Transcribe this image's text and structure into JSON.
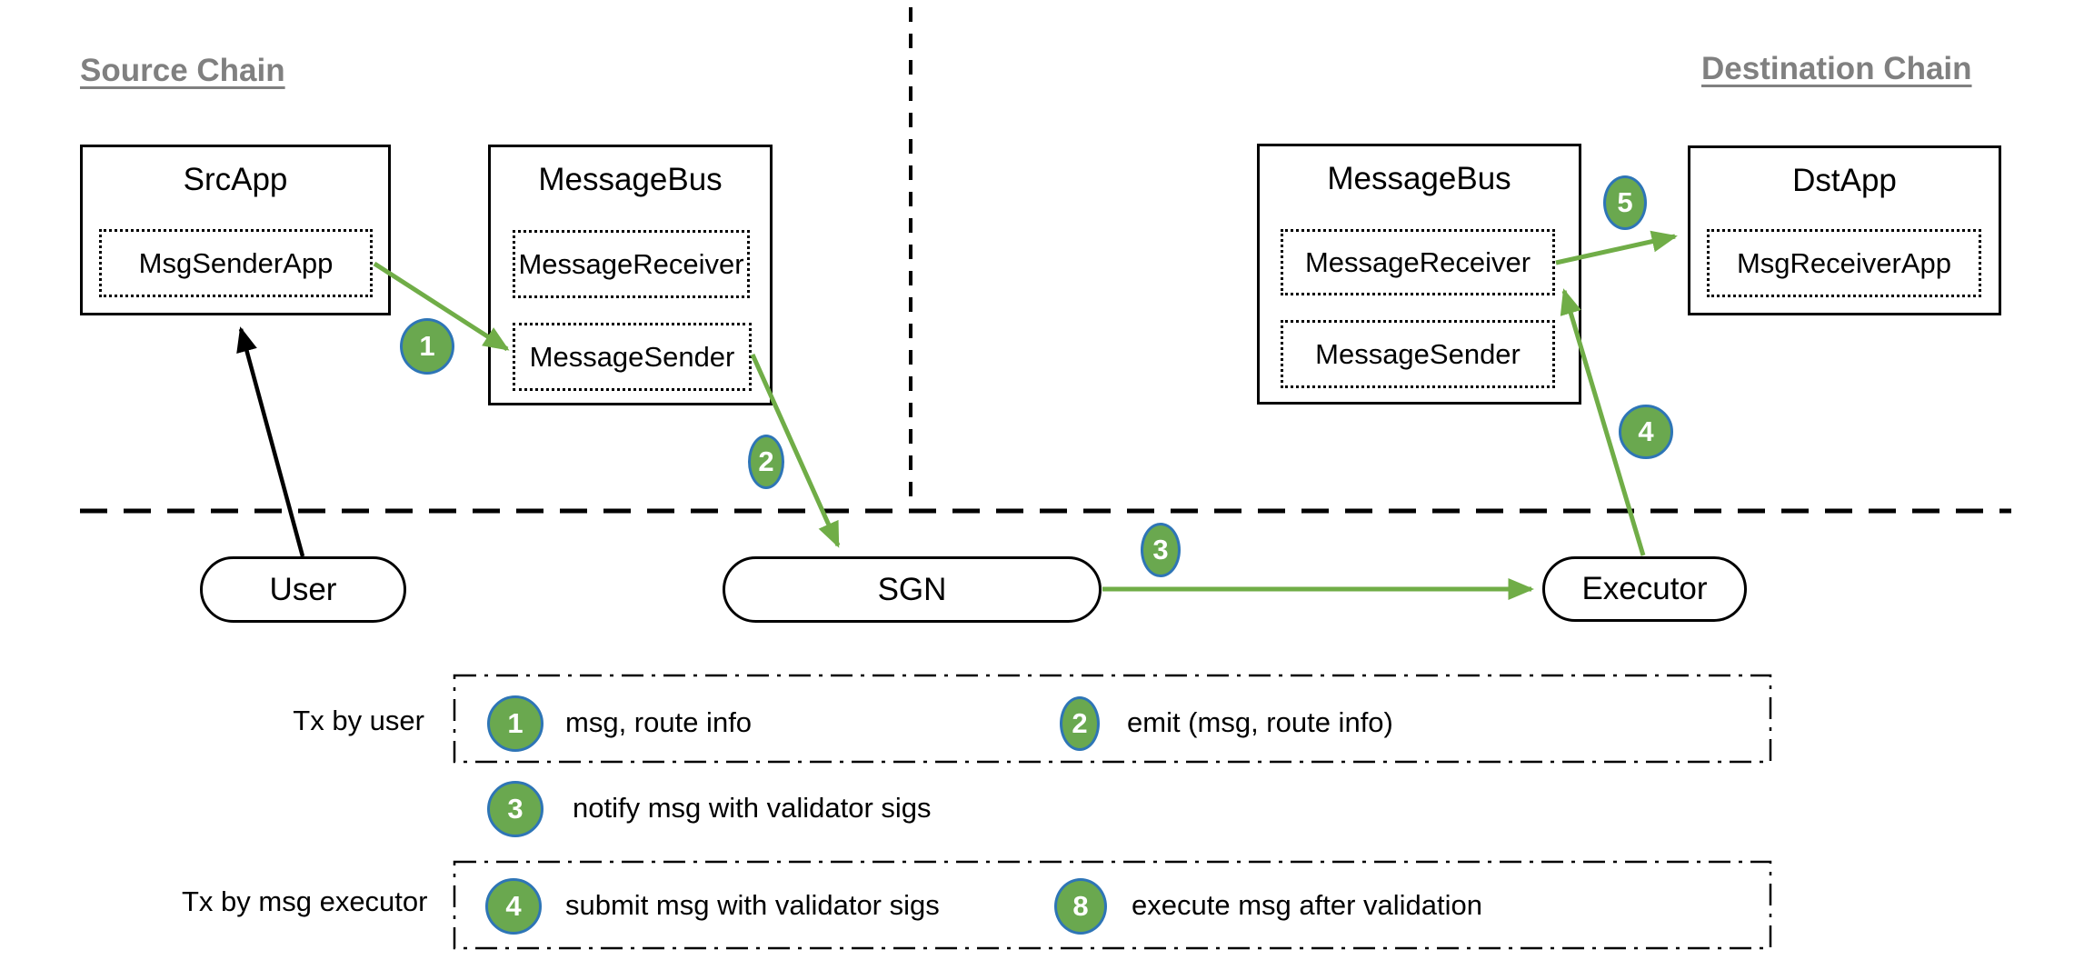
{
  "sections": {
    "source_chain": "Source Chain",
    "destination_chain": "Destination Chain"
  },
  "nodes": {
    "src_app": {
      "title": "SrcApp",
      "module": "MsgSenderApp"
    },
    "message_bus_source": {
      "title": "MessageBus",
      "modules": [
        "MessageReceiver",
        "MessageSender"
      ]
    },
    "message_bus_destination": {
      "title": "MessageBus",
      "modules": [
        "MessageReceiver",
        "MessageSender"
      ]
    },
    "dst_app": {
      "title": "DstApp",
      "module": "MsgReceiverApp"
    },
    "user_pill": "User",
    "sgn_pill": "SGN",
    "executor_pill": "Executor"
  },
  "flow_badges": {
    "step1": "1",
    "step2": "2",
    "step3": "3",
    "step4": "4",
    "step5": "5"
  },
  "legend": {
    "tx_by_user_label": "Tx by user",
    "tx_by_msg_executor_label": "Tx by msg executor",
    "items": [
      {
        "num": "1",
        "text": "msg, route info"
      },
      {
        "num": "2",
        "text": "emit (msg, route info)"
      },
      {
        "num": "3",
        "text": "notify msg with validator sigs"
      },
      {
        "num": "4",
        "text": "submit msg with validator sigs"
      },
      {
        "num": "8",
        "text": "execute msg after validation"
      }
    ]
  },
  "colors": {
    "arrow_green": "#70ad47",
    "badge_fill": "#6aa84f",
    "badge_border": "#2e75b6",
    "heading_gray": "#808080",
    "line_black": "#000000"
  }
}
